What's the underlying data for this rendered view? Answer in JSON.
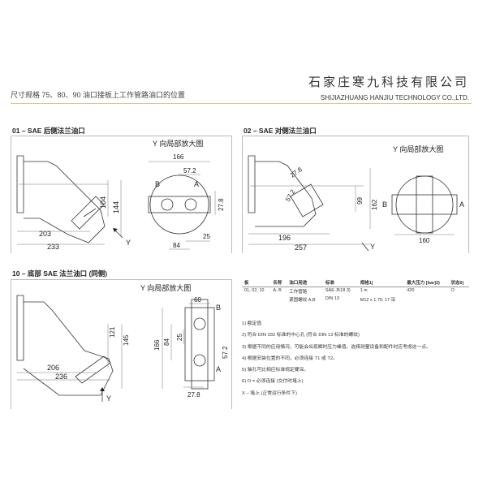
{
  "header": {
    "title": "尺寸规格 75、80、90   油口接板上工作管路油口的位置",
    "company_cn": "石家庄寒九科技有限公司",
    "company_en": "SHIJIAZHUANG HANJIU TECHNOLOGY CO.,LTD.",
    "rule_color": "#d9c79a"
  },
  "sections": [
    {
      "title": "01 – SAE 后侧法兰油口",
      "detail_title": "Y 向局部放大图",
      "dims": {
        "d203": "203",
        "d233": "233",
        "d104": "104",
        "d144": "144",
        "d166": "166",
        "d57": "57.2",
        "d27": "27.8",
        "d84": "84",
        "d25": "25"
      },
      "labels": {
        "a": "A",
        "b": "B",
        "y": "Y"
      }
    },
    {
      "title": "02 – SAE 对侧法兰油口",
      "detail_title": "Y 向局部放大图",
      "dims": {
        "d278": "27.8",
        "d572": "57.2",
        "d99": "99",
        "d162": "162",
        "d196": "196",
        "d257": "257",
        "d160": "160"
      },
      "labels": {
        "a": "A",
        "b": "B",
        "y": "Y"
      }
    },
    {
      "title": "10 – 底部 SAE 法兰油口 (同侧)",
      "detail_title": "Y 向局部放大图",
      "dims": {
        "d60": "60",
        "d121": "121",
        "d145": "145",
        "d166": "166",
        "d84": "84",
        "d25": "25",
        "d57": "57.2",
        "d278": "27.8",
        "d206": "206",
        "d236": "236"
      },
      "labels": {
        "a": "A",
        "b": "B",
        "y": "Y"
      }
    }
  ],
  "table": {
    "headers": [
      "板",
      "名称",
      "油口用途",
      "标准",
      "规格1)",
      "最大压力 [bar]2)",
      "状态6)"
    ],
    "rows": [
      [
        "01, 02, 10",
        "A, B",
        "工作管路",
        "SAE J518 3)",
        "1 in",
        "420",
        "O"
      ],
      [
        "",
        "",
        "紧固螺纹 A,B",
        "DIN 13",
        "M12 x 1.75; 17 深",
        "",
        ""
      ]
    ]
  },
  "notes": [
    "1) 额定值",
    "2) 符合 DIN 332 标准的中心孔 (符合 DIN 13 标准的螺纹)",
    "3) 根据不同的应用情况，可能会出现瞬时压力峰值。选择测量设备和配件时应考虑这一点。",
    "4) 根据安装位置的不同，必须连接 T1 或 T2。",
    "5) 轴孔可比相应标准规定要深。",
    "6) O = 必须连接 (交付时堵上)",
    "X – 堵上 (正常运行条件下)"
  ]
}
